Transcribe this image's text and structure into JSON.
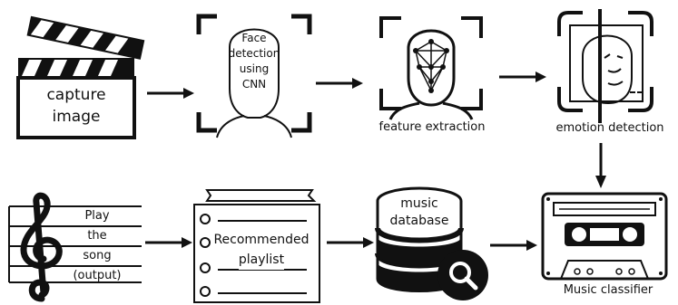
{
  "nodes": {
    "capture": {
      "label_line1": "capture",
      "label_line2": "image"
    },
    "face_detection": {
      "line1": "Face",
      "line2": "detection",
      "line3": "using",
      "line4": "CNN"
    },
    "feature_extraction": {
      "caption": "feature extraction"
    },
    "emotion_detection": {
      "caption": "emotion detection"
    },
    "music_classifier": {
      "caption": "Music classifier"
    },
    "music_database": {
      "line1": "music",
      "line2": "database"
    },
    "playlist": {
      "line1": "Recommended",
      "line2": "playlist"
    },
    "play_song": {
      "line1": "Play",
      "line2": "the",
      "line3": "song",
      "line4": "(output)"
    }
  },
  "icons": {
    "capture": "clapperboard-icon",
    "face_detection": "face-scan-icon",
    "feature_extraction": "face-mesh-icon",
    "emotion_detection": "face-frame-icon",
    "music_classifier": "cassette-icon",
    "music_database": "database-search-icon",
    "playlist": "checklist-icon",
    "play_song": "treble-clef-icon"
  },
  "colors": {
    "ink": "#111111",
    "background": "#ffffff"
  }
}
